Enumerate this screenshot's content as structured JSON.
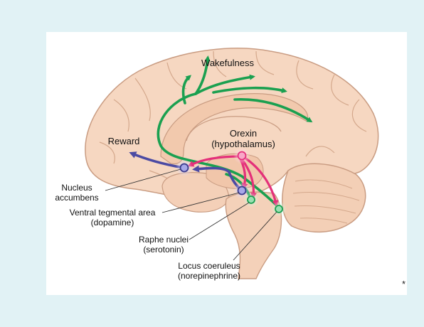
{
  "labels": {
    "wakefulness": "Wakefulness",
    "reward": "Reward",
    "orexin_1": "Orexin",
    "orexin_2": "(hypothalamus)",
    "nucleus_1": "Nucleus",
    "nucleus_2": "accumbens",
    "vta_1": "Ventral tegmental area",
    "vta_2": "(dopamine)",
    "raphe_1": "Raphe nuclei",
    "raphe_2": "(serotonin)",
    "locus_1": "Locus coeruleus",
    "locus_2": "(norepinephrine)"
  },
  "corner_mark": "*",
  "colors": {
    "background": "#e1f2f5",
    "brain_fill": "#f6d7c1",
    "brain_stroke": "#c99c82",
    "green_pathway": "#1aa050",
    "blue_pathway": "#4b4aa3",
    "pink_pathway": "#e4307a"
  }
}
